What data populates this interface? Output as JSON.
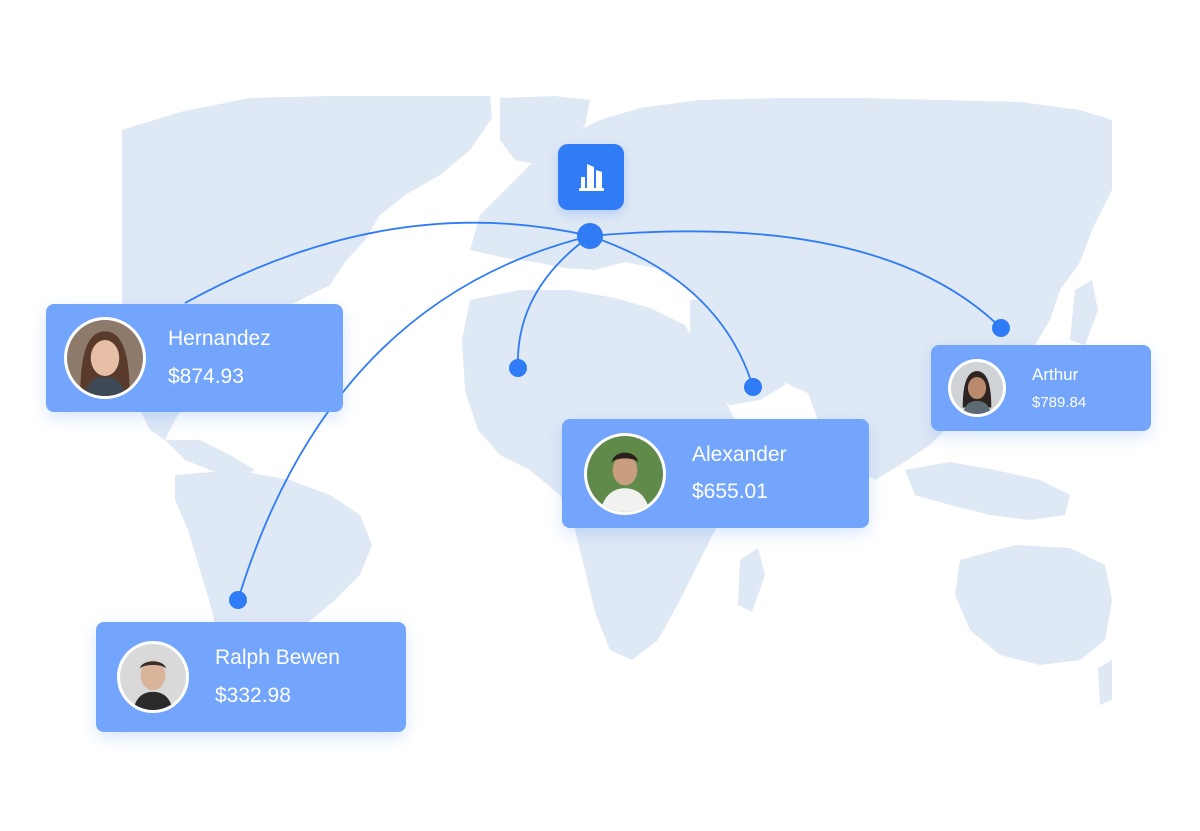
{
  "colors": {
    "map_land": "#dfe8f5",
    "connection_line": "#2f7cf6",
    "node_dot": "#2f7cf6",
    "hq_badge": "#2f7cf6",
    "card_background": "#72a5fb",
    "card_text": "#ffffff"
  },
  "headquarters": {
    "icon": "building-icon"
  },
  "customers": [
    {
      "name": "Hernandez",
      "amount": "$874.93",
      "avatar": "female-avatar"
    },
    {
      "name": "Ralph Bewen",
      "amount": "$332.98",
      "avatar": "male-avatar"
    },
    {
      "name": "Alexander",
      "amount": "$655.01",
      "avatar": "male-avatar"
    },
    {
      "name": "Arthur",
      "amount": "$789.84",
      "avatar": "female-avatar"
    }
  ],
  "destinations": [
    "north-america",
    "south-america",
    "west-africa",
    "arabia",
    "east-asia"
  ]
}
